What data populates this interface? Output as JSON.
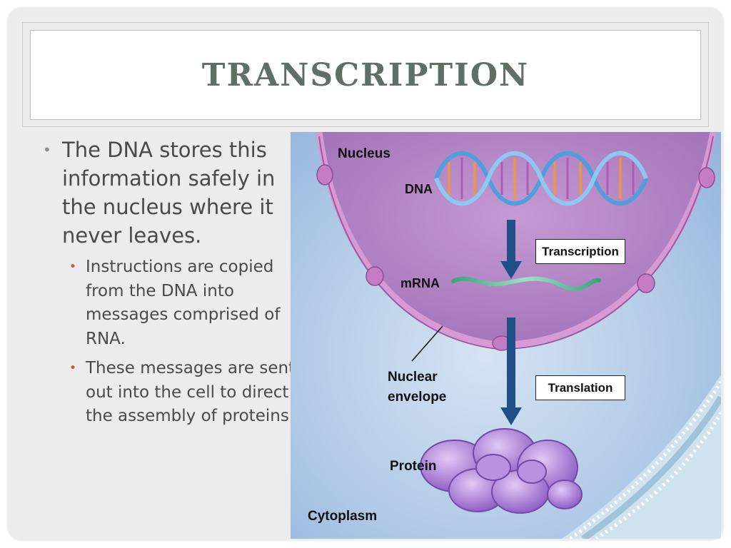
{
  "slide": {
    "title": "TRANSCRIPTION",
    "bullets": {
      "main": "The DNA stores this information safely in the nucleus where it never leaves.",
      "sub": [
        "Instructions are copied from the DNA into messages comprised of RNA.",
        "These messages are sent out into the cell to direct the assembly of proteins."
      ]
    }
  },
  "diagram": {
    "labels": {
      "nucleus": "Nucleus",
      "dna": "DNA",
      "mrna": "mRNA",
      "transcription": "Transcription",
      "nuclear_envelope_line1": "Nuclear",
      "nuclear_envelope_line2": "envelope",
      "translation": "Translation",
      "protein": "Protein",
      "cytoplasm": "Cytoplasm"
    }
  },
  "colors": {
    "title": "#5f6f66",
    "sub_bullet": "#c0573b",
    "arrow": "#1f4f87",
    "nucleus": "#b27fc4",
    "cytoplasm": "#b3cce8"
  }
}
